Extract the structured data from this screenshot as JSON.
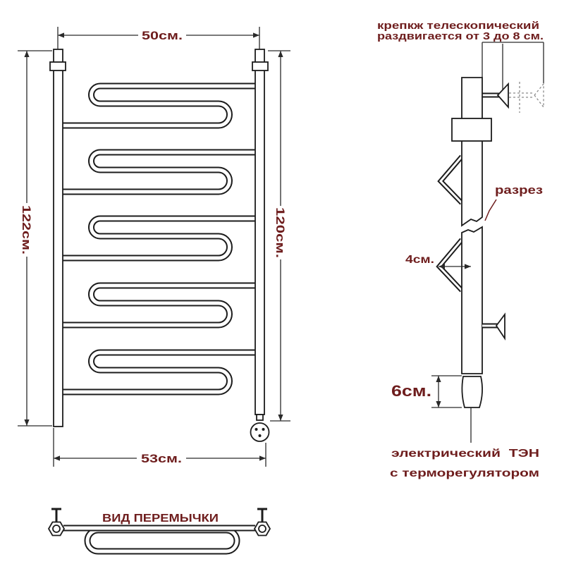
{
  "labels": {
    "width_top": "50см.",
    "width_bottom": "53см.",
    "height_total": "122см.",
    "height_pipe": "120см.",
    "bracket_line1": "крепкж телескопический",
    "bracket_line2": "раздвигается от 3 до 8 см.",
    "section_cut": "разрез",
    "bracket_depth": "4см.",
    "heater_height": "6см.",
    "heater_line1": "электрический  ТЭН",
    "heater_line2": "с терморегулятором",
    "jumper_view": "ВИД ПЕРЕМЫЧКИ"
  },
  "colors": {
    "label": "#6e1d1d",
    "line": "#1c1c1c"
  }
}
